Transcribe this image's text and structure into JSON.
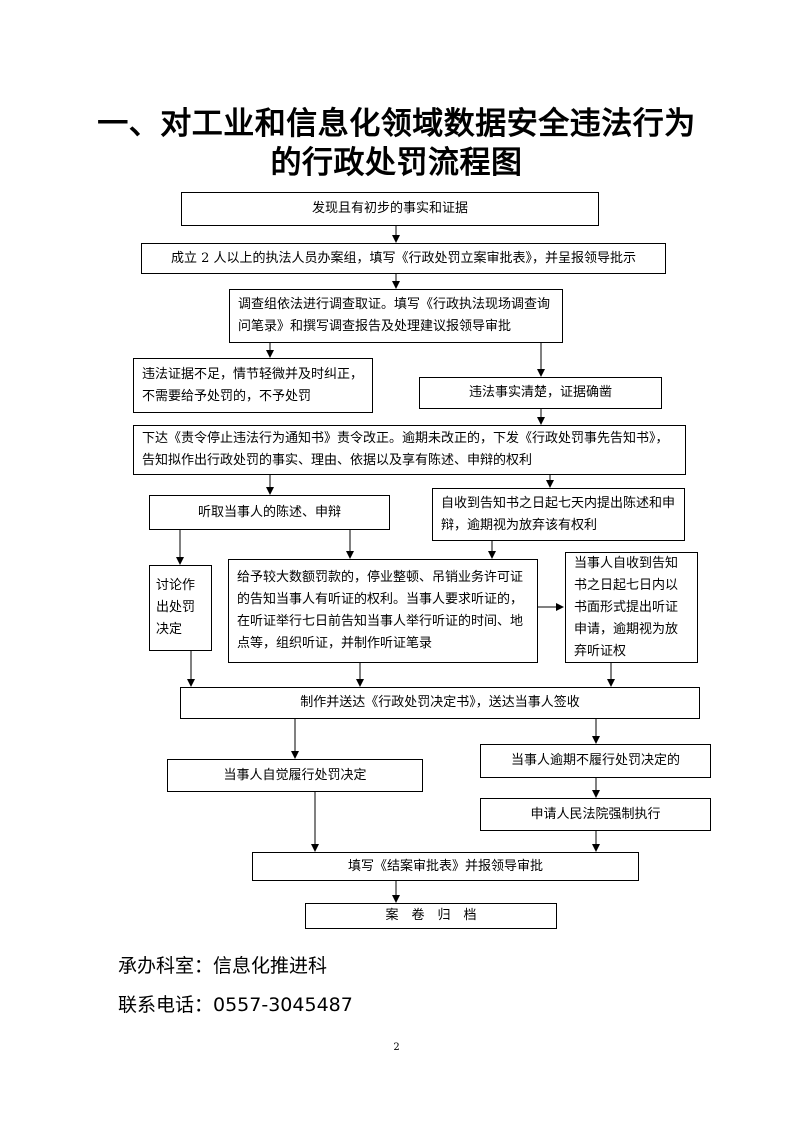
{
  "title": {
    "line1": "一、对工业和信息化领域数据安全违法行为",
    "line2": "的行政处罚流程图"
  },
  "flow": {
    "discover": "发现且有初步的事实和证据",
    "file_case": "成立 2 人以上的执法人员办案组，填写《行政处罚立案审批表》，并呈报领导批示",
    "investigate": "调查组依法进行调查取证。填写《行政执法现场调查询问笔录》和撰写调查报告及处理建议报领导审批",
    "no_penalty": "违法证据不足，情节轻微并及时纠正，不需要给予处罚的，不予处罚",
    "facts_clear": "违法事实清楚，证据确凿",
    "order_correct": "下达《责令停止违法行为通知书》责令改正。逾期未改正的，下发《行政处罚事先告知书》，告知拟作出行政处罚的事实、理由、依据以及享有陈述、申辩的权利",
    "hear_statement": "听取当事人的陈述、申辩",
    "seven_days_statement": "自收到告知书之日起七天内提出陈述和申辩，逾期视为放弃该有权利",
    "discuss_decision": "讨论作出处罚决定",
    "hearing_notice": "给予较大数额罚款的，停业整顿、吊销业务许可证的告知当事人有听证的权利。当事人要求听证的，在听证举行七日前告知当事人举行听证的时间、地点等，组织听证，并制作听证笔录",
    "hearing_request": "当事人自收到告知书之日起七日内以书面形式提出听证申请，逾期视为放弃听证权",
    "deliver_decision": "制作并送达《行政处罚决定书》，送达当事人签收",
    "voluntary_perform": "当事人自觉履行处罚决定",
    "overdue_not_perform": "当事人逾期不履行处罚决定的",
    "court_enforce": "申请人民法院强制执行",
    "closing_form": "填写《结案审批表》并报领导审批",
    "archive": "案　卷　归　档"
  },
  "footer": {
    "department": "承办科室：信息化推进科",
    "phone": "联系电话：0557-3045487"
  },
  "page_number": "2"
}
